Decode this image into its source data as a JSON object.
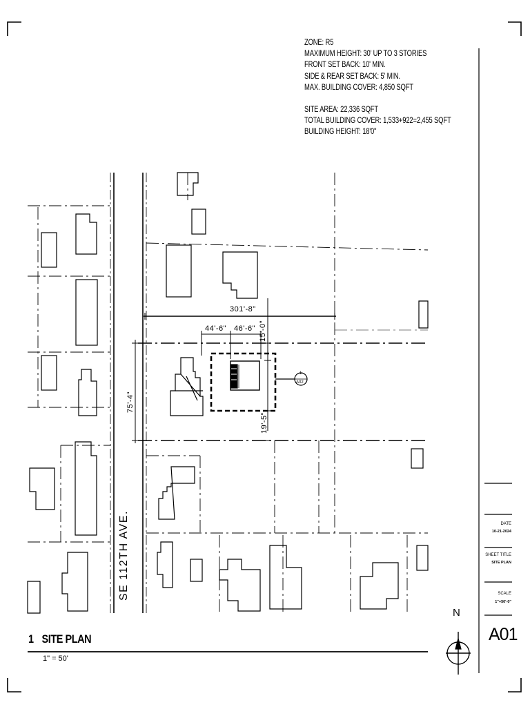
{
  "notes": {
    "zone": "ZONE: R5",
    "max_height": "MAXIMUM HEIGHT: 30' UP TO 3 STORIES",
    "front_setback": "FRONT SET BACK: 10' MIN.",
    "side_rear_setback": "SIDE & REAR SET BACK: 5' MIN.",
    "max_cover": "MAX. BUILDING COVER: 4,850 SQFT",
    "site_area": "SITE AREA: 22,336 SQFT",
    "total_cover": "TOTAL BUILDING COVER: 1,533+922=2,455 SQFT",
    "building_height": "BUILDING HEIGHT: 18'0\""
  },
  "dimensions": {
    "overall_width": "301'-8\"",
    "front_offset": "44'-6\"",
    "building_width": "46'-6\"",
    "top_setback": "15'-0\"",
    "lot_depth": "75'-4\"",
    "bottom_setback": "19'-5\""
  },
  "street_name": "SE 112TH AVE.",
  "detail_tag": {
    "number": "1",
    "sheet": "A02"
  },
  "plan": {
    "number": "1",
    "title": "SITE PLAN",
    "scale": "1\" = 50'"
  },
  "north_label": "N",
  "title_block": {
    "date_label": "DATE",
    "date_value": "10-21-2024",
    "sheet_title_label": "SHEET TITLE",
    "sheet_title_value": "SITE PLAN",
    "scale_label": "SCALE",
    "scale_value": "1\"=50'-0\"",
    "sheet_number": "A01"
  }
}
